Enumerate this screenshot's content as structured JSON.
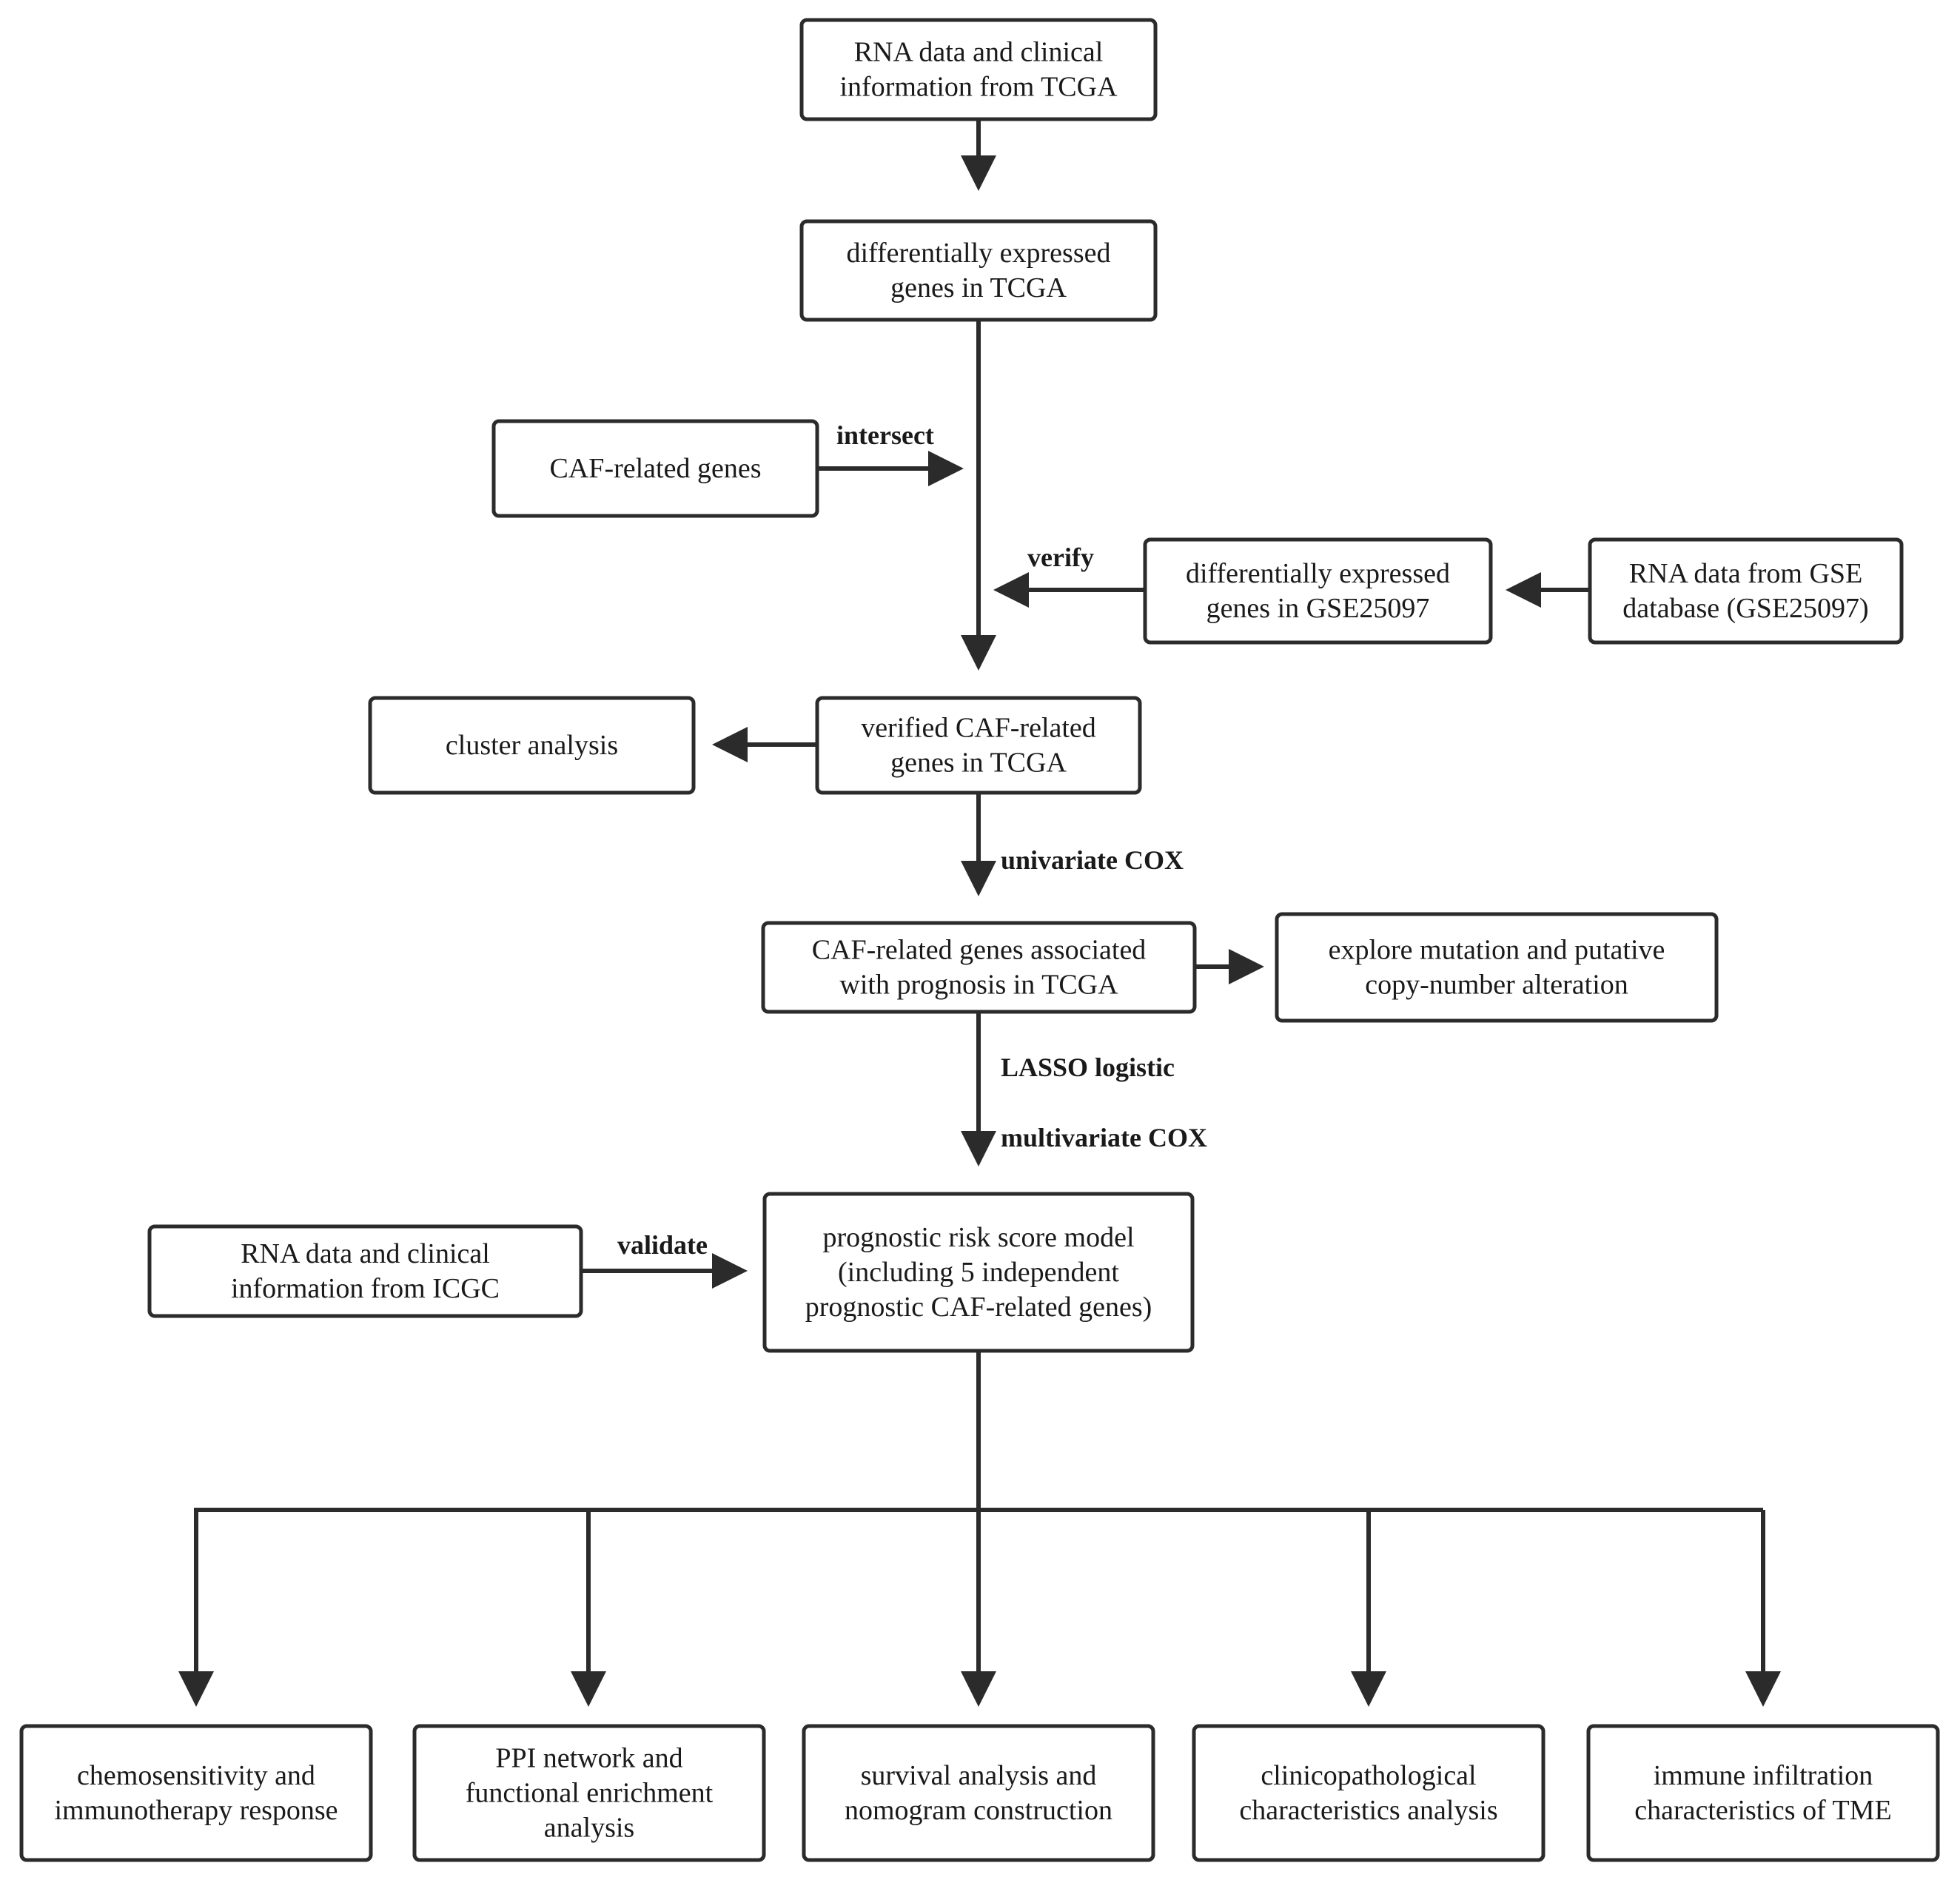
{
  "nodes": {
    "tcga_rna": {
      "lines": [
        "RNA data and clinical",
        "information from TCGA"
      ]
    },
    "tcga_deg": {
      "lines": [
        "differentially expressed",
        "genes in TCGA"
      ]
    },
    "caf_genes": {
      "lines": [
        "CAF-related genes"
      ]
    },
    "gse_deg": {
      "lines": [
        "differentially expressed",
        "genes in GSE25097"
      ]
    },
    "gse_rna": {
      "lines": [
        "RNA data from GSE",
        "database (GSE25097)"
      ]
    },
    "verified_caf": {
      "lines": [
        "verified CAF-related",
        "genes in TCGA"
      ]
    },
    "cluster": {
      "lines": [
        "cluster analysis"
      ]
    },
    "prognosis_caf": {
      "lines": [
        "CAF-related genes associated",
        "with prognosis in TCGA"
      ]
    },
    "mutation": {
      "lines": [
        "explore mutation and putative",
        "copy-number alteration"
      ]
    },
    "risk_model": {
      "lines": [
        "prognostic risk score model",
        "(including 5 independent",
        "prognostic CAF-related genes)"
      ]
    },
    "icgc_rna": {
      "lines": [
        "RNA data and clinical",
        "information from ICGC"
      ]
    },
    "chemo": {
      "lines": [
        "chemosensitivity and",
        "immunotherapy response"
      ]
    },
    "ppi": {
      "lines": [
        "PPI network and",
        "functional enrichment",
        "analysis"
      ]
    },
    "survival": {
      "lines": [
        "survival analysis and",
        "nomogram construction"
      ]
    },
    "clinico": {
      "lines": [
        "clinicopathological",
        "characteristics analysis"
      ]
    },
    "immune": {
      "lines": [
        "immune infiltration",
        "characteristics of TME"
      ]
    }
  },
  "edge_labels": {
    "intersect": "intersect",
    "verify": "verify",
    "univariate_cox": "univariate COX",
    "lasso": "LASSO logistic",
    "multivariate_cox": "multivariate COX",
    "validate": "validate"
  }
}
